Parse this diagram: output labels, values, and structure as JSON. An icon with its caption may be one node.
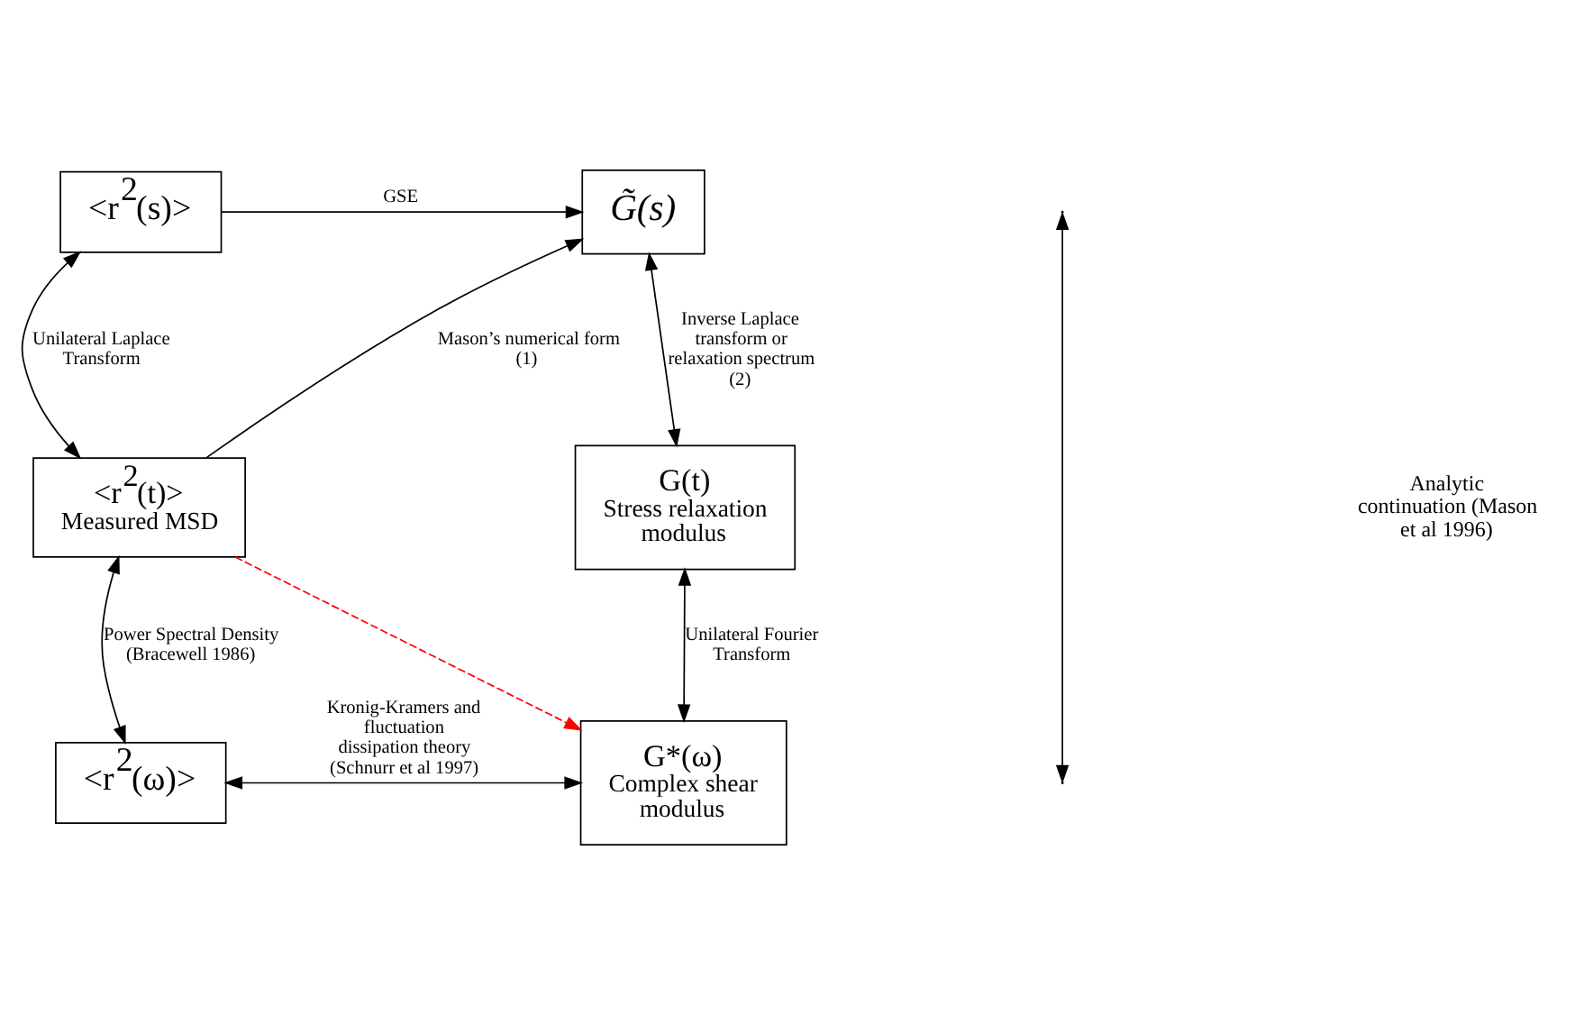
{
  "diagram": {
    "nodes": [
      {
        "text": [
          "<r$^{2}$(s)>"
        ]
      },
      {
        "text": [
          "G̃(s)"
        ]
      },
      {
        "text": [
          "<r$^{2}$(t)>",
          "Measured MSD"
        ]
      },
      {
        "text": [
          "G(t)",
          "Stress relaxation modulus"
        ]
      },
      {
        "text": [
          "<r$^{2}$(ω)>"
        ]
      },
      {
        "text": [
          "G*(ω)",
          "Complex shear modulus"
        ]
      }
    ],
    "edges": [
      {
        "from": 0,
        "to": 1,
        "arrow": "to",
        "label": "GSE"
      },
      {
        "from": 0,
        "to": 2,
        "arrow": "both",
        "label": "Unilateral Laplace Transform"
      },
      {
        "from": 2,
        "to": 1,
        "arrow": "to",
        "label": "Mason’s numerical form (1)"
      },
      {
        "from": 1,
        "to": 3,
        "arrow": "both",
        "label": "Inverse Laplace transform or relaxation spectrum (2)"
      },
      {
        "from": 2,
        "to": 4,
        "arrow": "both",
        "label": "Power Spectral Density (Bracewell 1986)"
      },
      {
        "from": 3,
        "to": 5,
        "arrow": "both",
        "label": "Unilateral Fourier Transform"
      },
      {
        "from": 4,
        "to": 5,
        "arrow": "both",
        "label": "Kronig-Kramers and fluctuation dissipation theory (Schnurr et al 1997)"
      },
      {
        "from": 2,
        "to": 5,
        "arrow": "to",
        "style": "dashed",
        "color": "#ff0000"
      }
    ],
    "labels": [
      "Analytic continuation (Mason et al 1996)"
    ]
  }
}
